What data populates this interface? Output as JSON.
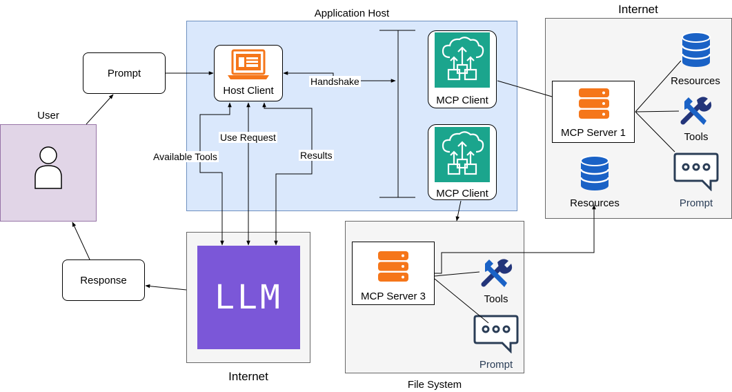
{
  "regions": {
    "application_host": "Application Host",
    "internet_right": "Internet",
    "internet_bottom": "Internet",
    "file_system": "File System"
  },
  "user": {
    "label": "User"
  },
  "prompt_box": {
    "label": "Prompt"
  },
  "response_box": {
    "label": "Response"
  },
  "host_client": {
    "label": "Host Client"
  },
  "llm": {
    "label": "LLM"
  },
  "mcp_clients": [
    {
      "label": "MCP Client"
    },
    {
      "label": "MCP Client"
    }
  ],
  "servers": {
    "server1": {
      "label": "MCP Server 1"
    },
    "server3": {
      "label": "MCP Server 3"
    }
  },
  "capabilities": {
    "resources_top": "Resources",
    "tools_right": "Tools",
    "prompt_right": "Prompt",
    "resources_mid": "Resources",
    "tools_fs": "Tools",
    "prompt_fs": "Prompt"
  },
  "edges": {
    "handshake": "Handshake",
    "available_tools": "Available Tools",
    "use_request": "Use Request",
    "results": "Results"
  },
  "colors": {
    "app_host_fill": "#dae8fc",
    "app_host_border": "#6c8ebf",
    "user_fill": "#e1d5e7",
    "user_border": "#9673a6",
    "grey_fill": "#f5f5f5",
    "llm_fill": "#7b57d8",
    "mcp_green": "#1ba58d",
    "server_orange": "#f5761a",
    "db_blue": "#1a62c6",
    "tools_navy": "#23357a",
    "prompt_navy": "#2a3d56"
  }
}
